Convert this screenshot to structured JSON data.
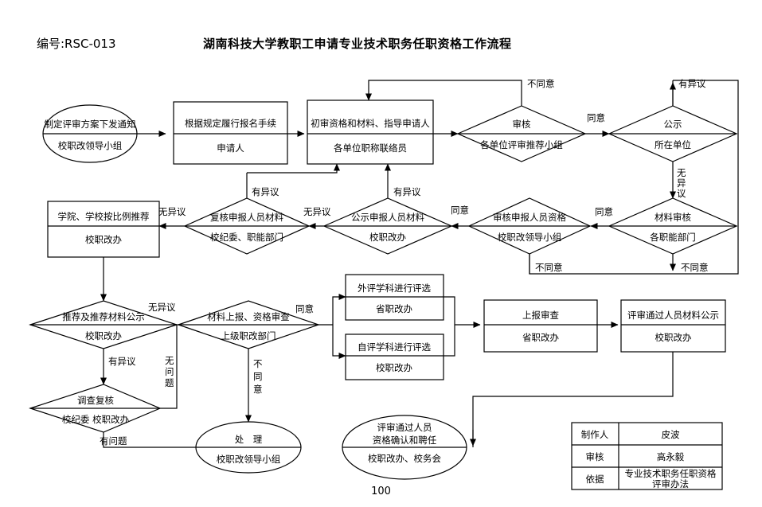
{
  "header": {
    "doc_number": "编号:RSC-013",
    "title": "湖南科技大学教职工申请专业技术职务任职资格工作流程",
    "page_number": "100"
  },
  "nodes": [
    {
      "id": "n1",
      "shape": "ellipse",
      "top": "制定评审方案下发通知",
      "bottom": "校职改领导小组"
    },
    {
      "id": "n2",
      "shape": "rect",
      "top": "根据规定履行报名手续",
      "bottom": "申请人"
    },
    {
      "id": "n3",
      "shape": "rect",
      "top": "初审资格和材料、指导申请人",
      "bottom": "各单位职称联络员"
    },
    {
      "id": "n4",
      "shape": "diamond",
      "top": "审核",
      "bottom": "各单位评审推荐小组"
    },
    {
      "id": "n5",
      "shape": "diamond",
      "top": "公示",
      "bottom": "所在单位"
    },
    {
      "id": "n6",
      "shape": "rect",
      "top": "学院、学校按比例推荐",
      "bottom": "校职改办"
    },
    {
      "id": "n7",
      "shape": "diamond",
      "top": "复核申报人员材料",
      "bottom": "校纪委、职能部门"
    },
    {
      "id": "n8",
      "shape": "diamond",
      "top": "公示申报人员材料",
      "bottom": "校职改办"
    },
    {
      "id": "n9",
      "shape": "diamond",
      "top": "审核申报人员资格",
      "bottom": "校职改领导小组"
    },
    {
      "id": "n10",
      "shape": "diamond",
      "top": "材料审核",
      "bottom": "各职能部门"
    },
    {
      "id": "n11",
      "shape": "diamond",
      "top": "推荐及推荐材料公示",
      "bottom": "校职改办"
    },
    {
      "id": "n12",
      "shape": "diamond",
      "top": "材料上报、资格审查",
      "bottom": "上级职改部门"
    },
    {
      "id": "n13",
      "shape": "rect",
      "top": "外评学科进行评选",
      "bottom": "省职改办"
    },
    {
      "id": "n14",
      "shape": "rect",
      "top": "自评学科进行评选",
      "bottom": "校职改办"
    },
    {
      "id": "n15",
      "shape": "rect",
      "top": "上报审查",
      "bottom": "省职改办"
    },
    {
      "id": "n16",
      "shape": "rect",
      "top": "评审通过人员材料公示",
      "bottom": "校职改办"
    },
    {
      "id": "n17",
      "shape": "diamond",
      "top": "调查复核",
      "bottom": "校纪委 校职改办"
    },
    {
      "id": "n18",
      "shape": "ellipse",
      "top": "处　理",
      "bottom": "校职改领导小组"
    },
    {
      "id": "n19",
      "shape": "ellipse",
      "top": "评审通过人员",
      "top2": "资格确认和聘任",
      "bottom": "校职改办、校务会"
    }
  ],
  "edge_labels": {
    "disagree_review": "不同意",
    "agree_review": "同意",
    "objection_publicity": "有异议",
    "no_objection_publicity_v": "无异议",
    "agree_material_audit": "同意",
    "disagree_material_audit": "不同意",
    "disagree_qual_audit": "不同意",
    "objection_recheck": "有异议",
    "no_objection_recheck": "无异议",
    "objection_publish_materials": "有异议",
    "no_objection_publish_materials": "无异议",
    "no_objection_recommend": "无异议",
    "objection_recommend": "有异议",
    "no_problem": "无问题",
    "has_problem": "有问题",
    "agree_report": "同意",
    "disagree_report": "不同意"
  },
  "info_table": {
    "rows": [
      {
        "label": "制作人",
        "value": "皮波"
      },
      {
        "label": "审核",
        "value": "高永毅"
      },
      {
        "label": "依据",
        "value": "专业技术职务任职资格",
        "value2": "评审办法"
      }
    ]
  }
}
